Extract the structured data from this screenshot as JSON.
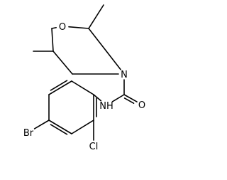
{
  "molecule": {
    "atoms": {
      "o": "O",
      "n_ring": "N",
      "o_carbonyl": "O",
      "nh": "NH",
      "br": "Br",
      "cl": "Cl"
    }
  }
}
